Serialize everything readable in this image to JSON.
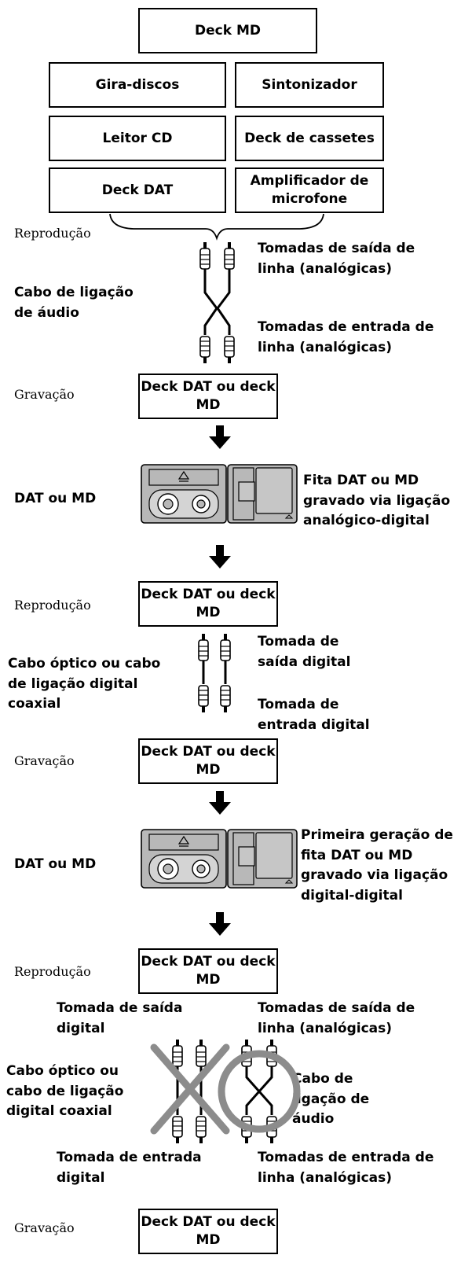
{
  "sources": {
    "deck_md": "Deck MD",
    "gira_discos": "Gira-discos",
    "sintonizador": "Sintonizador",
    "leitor_cd": "Leitor CD",
    "deck_cassetes": "Deck de cassetes",
    "deck_dat": "Deck DAT",
    "amplificador": "Amplificador de microfone"
  },
  "section1": {
    "reproducao": "Reprodução",
    "output_label": "Tomadas de saída de linha (analógicas)",
    "cable_label": "Cabo de ligação de áudio",
    "input_label": "Tomadas de entrada de linha (analógicas)",
    "gravacao": "Gravação",
    "record_box": "Deck DAT ou deck MD",
    "media_label": "DAT ou MD",
    "media_caption": "Fita DAT ou MD gravado via ligação analógico-digital"
  },
  "section2": {
    "reproducao": "Reprodução",
    "play_box": "Deck DAT ou deck MD",
    "cable_label": "Cabo óptico ou cabo de ligação digital coaxial",
    "output_label": "Tomada de saída digital",
    "input_label": "Tomada de entrada digital",
    "gravacao": "Gravação",
    "record_box": "Deck DAT ou deck MD",
    "media_label": "DAT ou MD",
    "media_caption": "Primeira geração de fita DAT ou MD gravado via ligação digital-digital"
  },
  "section3": {
    "reproducao": "Reprodução",
    "play_box": "Deck DAT ou deck MD",
    "digital_out": "Tomada de saída digital",
    "analog_out": "Tomadas de saída de linha (analógicas)",
    "optical_label": "Cabo óptico ou cabo de ligação digital coaxial",
    "audio_label": "Cabo de ligação de áudio",
    "digital_in": "Tomada de entrada digital",
    "analog_in": "Tomadas de entrada de linha (analógicas)",
    "gravacao": "Gravação",
    "record_box": "Deck DAT ou deck MD"
  },
  "colors": {
    "stroke": "#000000",
    "media_fill": "#b8b8b8",
    "mark": "#8c8c8c"
  }
}
